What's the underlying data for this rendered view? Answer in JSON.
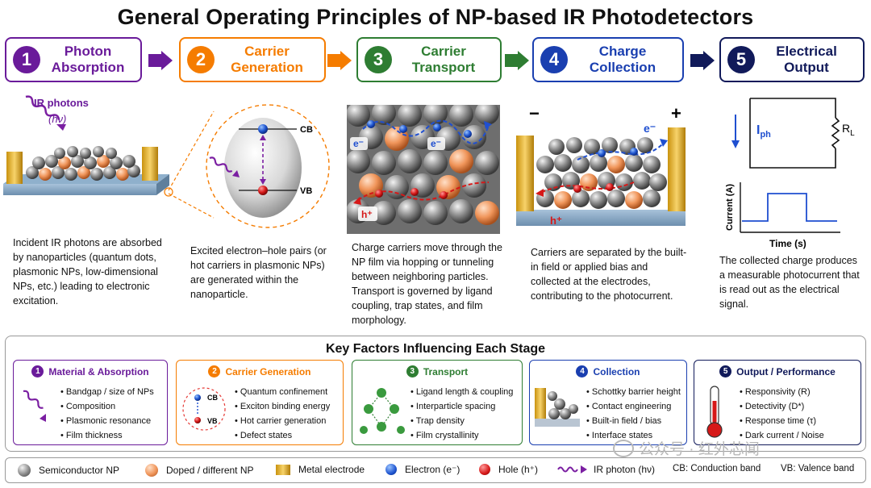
{
  "title": "General Operating Principles of NP-based IR Photodetectors",
  "stages": [
    {
      "num": "1",
      "label": "Photon Absorption",
      "color": "#6a1b9a"
    },
    {
      "num": "2",
      "label": "Carrier Generation",
      "color": "#f57c00"
    },
    {
      "num": "3",
      "label": "Carrier Transport",
      "color": "#2e7d32"
    },
    {
      "num": "4",
      "label": "Charge Collection",
      "color": "#1a3fb0"
    },
    {
      "num": "5",
      "label": "Electrical Output",
      "color": "#111a5a"
    }
  ],
  "panel1": {
    "ir_label": "IR photons",
    "hv": "(hν)"
  },
  "panel2": {
    "cb": "CB",
    "vb": "VB"
  },
  "panel3": {
    "e": "e⁻",
    "e2": "e⁻",
    "h": "h⁺"
  },
  "panel4": {
    "minus": "−",
    "plus": "+",
    "e": "e⁻",
    "h": "h⁺"
  },
  "panel5": {
    "iph": "I",
    "iph_sub": "ph",
    "rl": "R",
    "rl_sub": "L",
    "current_axis": "Current (A)",
    "time_axis": "Time (s)"
  },
  "descriptions": [
    "Incident IR photons are absorbed by nanoparticles (quantum dots, plasmonic NPs, low-dimensional NPs, etc.) leading to electronic excitation.",
    "Excited electron–hole pairs (or hot carriers in plasmonic NPs) are generated within the nanoparticle.",
    "Charge carriers move through the NP film via hopping or tunneling between neighboring particles. Transport is governed by ligand coupling, trap states, and film morphology.",
    "Carriers are separated by the built-in field or applied bias and collected at the electrodes, contributing to the photocurrent.",
    "The collected charge produces a measurable photocurrent that is read out as the electrical signal."
  ],
  "key_factors": {
    "title": "Key Factors Influencing Each Stage",
    "boxes": [
      {
        "num": "1",
        "title": "Material & Absorption",
        "color": "#6a1b9a",
        "items": [
          "Bandgap / size of NPs",
          "Composition",
          "Plasmonic resonance",
          "Film thickness"
        ]
      },
      {
        "num": "2",
        "title": "Carrier Generation",
        "color": "#f57c00",
        "cb": "CB",
        "vb": "VB",
        "items": [
          "Quantum confinement",
          "Exciton binding energy",
          "Hot carrier generation",
          "Defect states"
        ]
      },
      {
        "num": "3",
        "title": "Transport",
        "color": "#2e7d32",
        "items": [
          "Ligand length & coupling",
          "Interparticle spacing",
          "Trap density",
          "Film crystallinity"
        ]
      },
      {
        "num": "4",
        "title": "Collection",
        "color": "#1a3fb0",
        "items": [
          "Schottky barrier height",
          "Contact engineering",
          "Built-in field / bias",
          "Interface states"
        ]
      },
      {
        "num": "5",
        "title": "Output / Performance",
        "color": "#111a5a",
        "items": [
          "Responsivity (R)",
          "Detectivity (D*)",
          "Response time (τ)",
          "Dark current / Noise"
        ]
      }
    ]
  },
  "legend": [
    {
      "label": "Semiconductor NP",
      "icon": "gray-sphere"
    },
    {
      "label": "Doped / different NP",
      "icon": "orange-sphere"
    },
    {
      "label": "Metal electrode",
      "icon": "gold-block"
    },
    {
      "label": "Electron (e⁻)",
      "icon": "blue-sphere"
    },
    {
      "label": "Hole (h⁺)",
      "icon": "red-sphere"
    },
    {
      "label": "IR photon (hν)",
      "icon": "wavy-arrow"
    },
    {
      "label": "CB: Conduction band",
      "icon": ""
    },
    {
      "label": "VB: Valence band",
      "icon": ""
    }
  ],
  "watermark": "公众号 · 红外芯闻"
}
